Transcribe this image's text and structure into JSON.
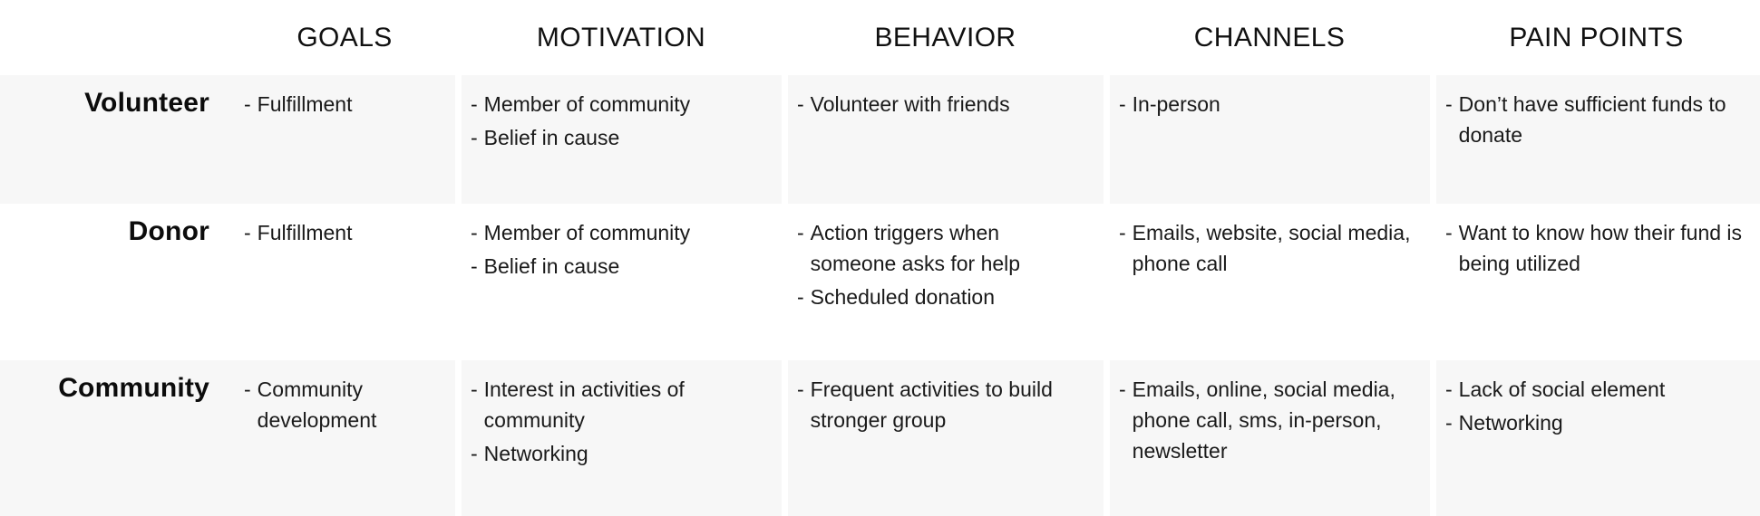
{
  "table": {
    "persona_column_header": "",
    "columns": [
      {
        "label": "GOALS"
      },
      {
        "label": "MOTIVATION"
      },
      {
        "label": "BEHAVIOR"
      },
      {
        "label": "CHANNELS"
      },
      {
        "label": "PAIN POINTS"
      }
    ],
    "bullet_marker": "-",
    "rows": [
      {
        "persona": "Volunteer",
        "shaded": true,
        "cells": [
          [
            "Fulfillment"
          ],
          [
            "Member of community",
            "Belief in cause"
          ],
          [
            "Volunteer with friends"
          ],
          [
            "In-person"
          ],
          [
            "Don’t have sufficient funds to donate"
          ]
        ]
      },
      {
        "persona": "Donor",
        "shaded": false,
        "cells": [
          [
            "Fulfillment"
          ],
          [
            "Member of community",
            "Belief in cause"
          ],
          [
            "Action triggers when someone asks for help",
            "Scheduled donation"
          ],
          [
            "Emails, website, social media, phone call"
          ],
          [
            "Want to know how their fund is being utilized"
          ]
        ]
      },
      {
        "persona": "Community",
        "shaded": true,
        "cells": [
          [
            "Community development"
          ],
          [
            "Interest in activities of community",
            "Networking"
          ],
          [
            "Frequent activities to build stronger group"
          ],
          [
            "Emails, online, social media, phone call, sms, in-person, newsletter"
          ],
          [
            "Lack of social element",
            "Networking"
          ]
        ]
      }
    ]
  },
  "colors": {
    "page_background": "#ffffff",
    "row_shaded_background": "#f7f7f7",
    "row_plain_background": "#ffffff",
    "text": "#1a1a1a",
    "heading_text": "#111111"
  }
}
